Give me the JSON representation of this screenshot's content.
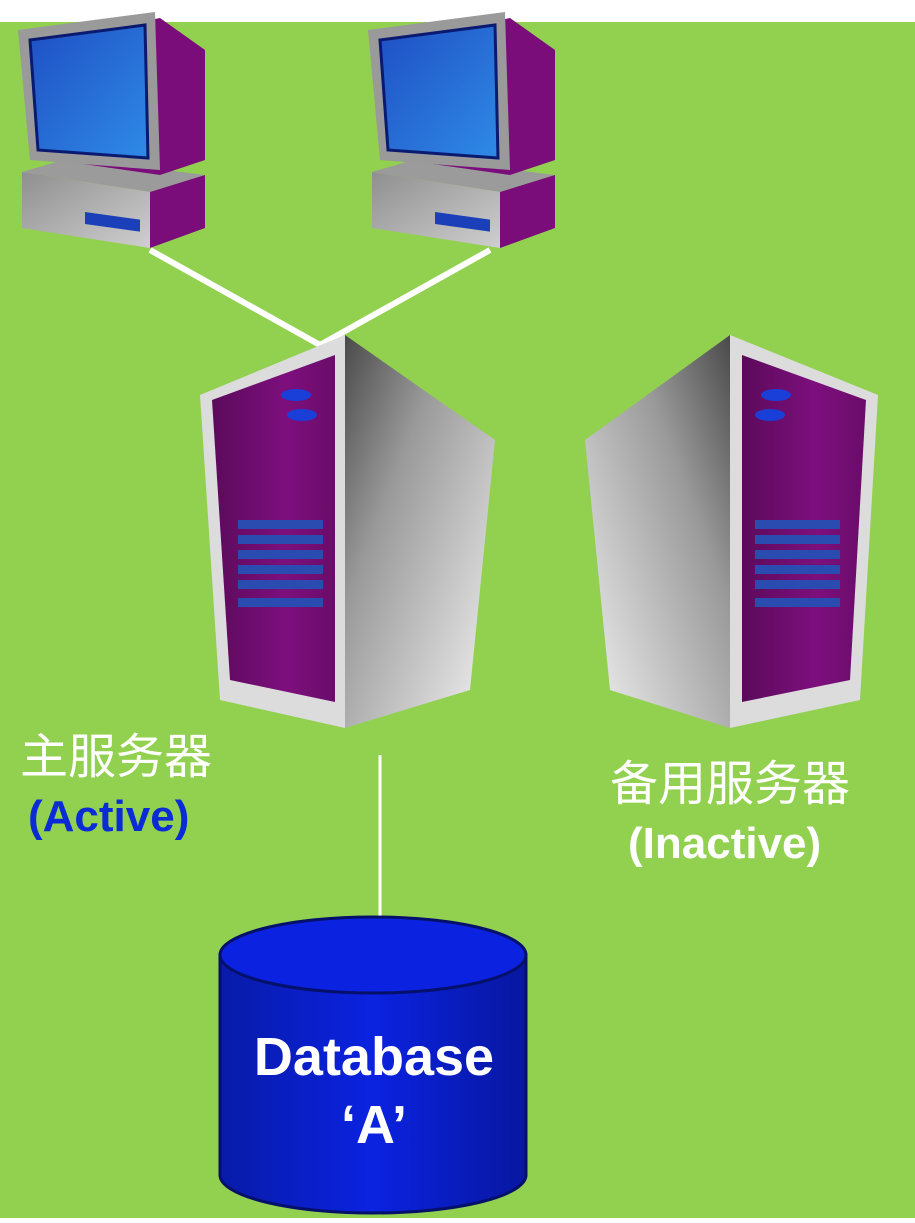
{
  "colors": {
    "background": "#92d050",
    "connection_line": "#ffffff",
    "active_label": "#0a2bd6",
    "inactive_label": "#ffffff",
    "computer_case": "#7a0d7a",
    "screen": "#1a76d6",
    "database": "#0b1fd8"
  },
  "icons": {
    "client_left": "desktop-computer-icon",
    "client_right": "desktop-computer-icon",
    "server_primary": "tower-server-icon",
    "server_backup": "tower-server-icon",
    "database": "database-cylinder-icon"
  },
  "primary_server": {
    "label_cn": "主服务器",
    "status": "(Active)"
  },
  "backup_server": {
    "label_cn": "备用服务器",
    "status": "(Inactive)"
  },
  "database": {
    "line1": "Database",
    "line2": "‘A’"
  }
}
